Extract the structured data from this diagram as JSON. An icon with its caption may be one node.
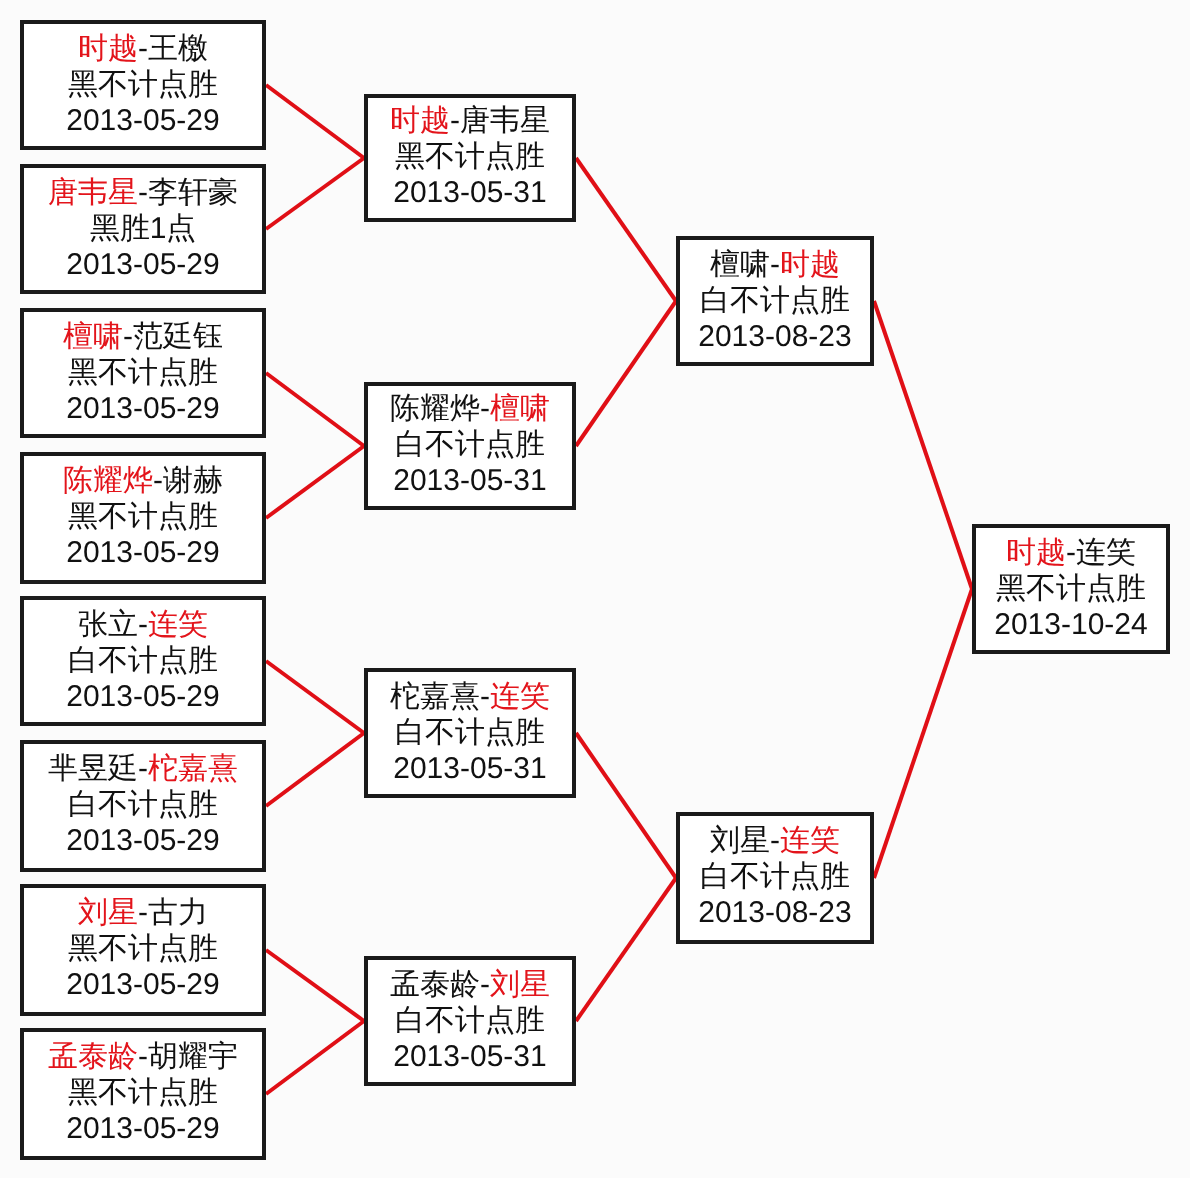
{
  "diagram": {
    "nodes": [
      {
        "text": [
          "**时越**-王檄",
          "黑不计点胜",
          "2013-05-29"
        ]
      },
      {
        "text": [
          "**唐韦星**-李轩豪",
          "黑胜1点",
          "2013-05-29"
        ]
      },
      {
        "text": [
          "**檀啸**-范廷钰",
          "黑不计点胜",
          "2013-05-29"
        ]
      },
      {
        "text": [
          "**陈耀烨**-谢赫",
          "黑不计点胜",
          "2013-05-29"
        ]
      },
      {
        "text": [
          "张立-**连笑**",
          "白不计点胜",
          "2013-05-29"
        ]
      },
      {
        "text": [
          "芈昱廷-**柁嘉熹**",
          "白不计点胜",
          "2013-05-29"
        ]
      },
      {
        "text": [
          "**刘星**-古力",
          "黑不计点胜",
          "2013-05-29"
        ]
      },
      {
        "text": [
          "**孟泰龄**-胡耀宇",
          "黑不计点胜",
          "2013-05-29"
        ]
      },
      {
        "text": [
          "**时越**-唐韦星",
          "黑不计点胜",
          "2013-05-31"
        ]
      },
      {
        "text": [
          "陈耀烨-**檀啸**",
          "白不计点胜",
          "2013-05-31"
        ]
      },
      {
        "text": [
          "柁嘉熹-**连笑**",
          "白不计点胜",
          "2013-05-31"
        ]
      },
      {
        "text": [
          "孟泰龄-**刘星**",
          "白不计点胜",
          "2013-05-31"
        ]
      },
      {
        "text": [
          "檀啸-**时越**",
          "白不计点胜",
          "2013-08-23"
        ]
      },
      {
        "text": [
          "刘星-**连笑**",
          "白不计点胜",
          "2013-08-23"
        ]
      },
      {
        "text": [
          "**时越**-连笑",
          "黑不计点胜",
          "2013-10-24"
        ]
      }
    ],
    "edges": [
      {
        "from": 0,
        "to": 8,
        "arrow": "none"
      },
      {
        "from": 1,
        "to": 8,
        "arrow": "none"
      },
      {
        "from": 2,
        "to": 9,
        "arrow": "none"
      },
      {
        "from": 3,
        "to": 9,
        "arrow": "none"
      },
      {
        "from": 4,
        "to": 10,
        "arrow": "none"
      },
      {
        "from": 5,
        "to": 10,
        "arrow": "none"
      },
      {
        "from": 6,
        "to": 11,
        "arrow": "none"
      },
      {
        "from": 7,
        "to": 11,
        "arrow": "none"
      },
      {
        "from": 8,
        "to": 12,
        "arrow": "none"
      },
      {
        "from": 9,
        "to": 12,
        "arrow": "none"
      },
      {
        "from": 10,
        "to": 13,
        "arrow": "none"
      },
      {
        "from": 11,
        "to": 13,
        "arrow": "none"
      },
      {
        "from": 12,
        "to": 14,
        "arrow": "none"
      },
      {
        "from": 13,
        "to": 14,
        "arrow": "none"
      }
    ]
  }
}
